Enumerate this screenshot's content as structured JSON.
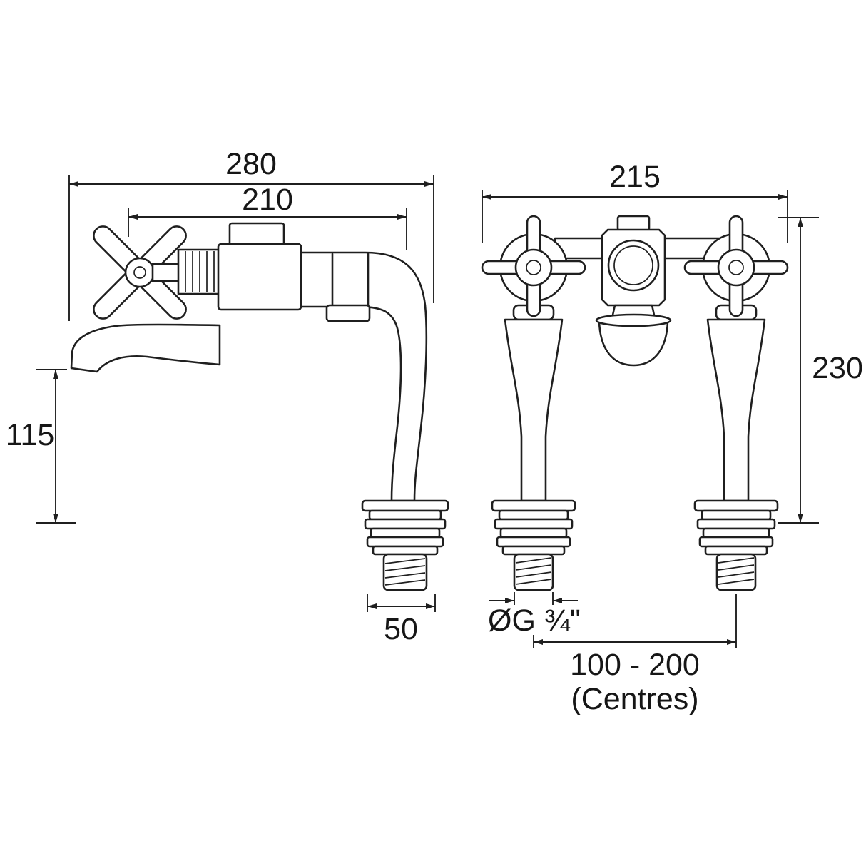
{
  "canvas": {
    "background": "#ffffff",
    "line_color": "#1f1f1f"
  },
  "side_view": {
    "dim_overall_reach": "280",
    "dim_spout_reach": "210",
    "dim_spout_height": "115",
    "dim_tail": "50"
  },
  "front_view": {
    "dim_overall_width": "215",
    "dim_height": "230",
    "dim_thread": "ØG ¾\"",
    "dim_centres": "100 - 200",
    "dim_centres_caption": "(Centres)"
  }
}
